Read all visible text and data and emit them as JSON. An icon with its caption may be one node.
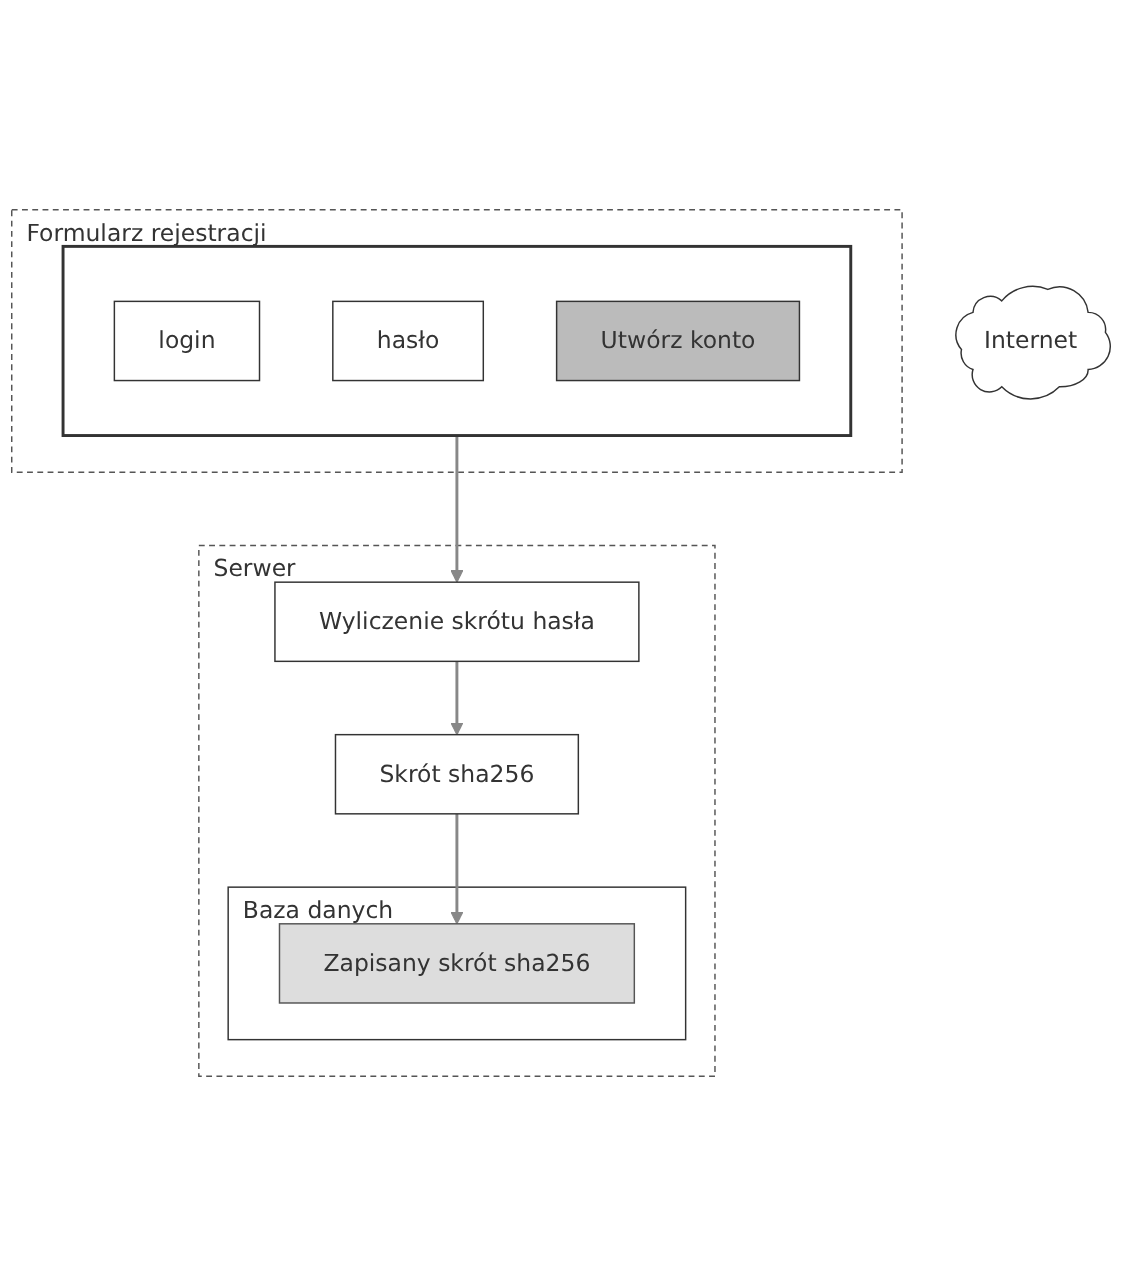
{
  "diagram": {
    "nodes": [
      {
        "text": [
          "Formularz rejestracji"
        ]
      },
      {
        "text": [],
        "shape": "box",
        "in": 0
      },
      {
        "text": [
          "login"
        ],
        "in": 1
      },
      {
        "text": [
          "hasło"
        ],
        "in": 1
      },
      {
        "text": [
          "Utwórz konto"
        ],
        "in": 1
      },
      {
        "text": [
          "Internet"
        ]
      },
      {
        "text": [
          "Serwer"
        ]
      },
      {
        "text": [
          "Wyliczenie skrótu hasła"
        ],
        "in": 6
      },
      {
        "text": [
          "Skrót sha256"
        ],
        "in": 6
      },
      {
        "text": [
          "Baza danych"
        ],
        "in": 6
      },
      {
        "text": [
          "Zapisany skrót sha256"
        ],
        "in": 9
      }
    ],
    "edges": [
      {
        "from": 1,
        "to": 7,
        "arrow": "to"
      },
      {
        "from": 7,
        "to": 8,
        "arrow": "to"
      },
      {
        "from": 8,
        "to": 10,
        "arrow": "to"
      }
    ]
  }
}
